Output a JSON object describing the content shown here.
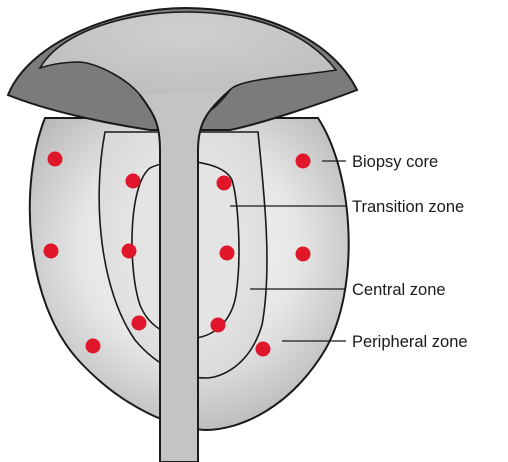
{
  "labels": {
    "biopsy_core": "Biopsy core",
    "transition_zone": "Transition zone",
    "central_zone": "Central zone",
    "peripheral_zone": "Peripheral zone"
  },
  "biopsy_core_count": 12,
  "colors": {
    "biopsy_core": "#e0162b",
    "outline": "#1a1a1a",
    "bladder": "#7b7b7b",
    "urethra": "#c4c4c4",
    "background": "#ffffff"
  }
}
